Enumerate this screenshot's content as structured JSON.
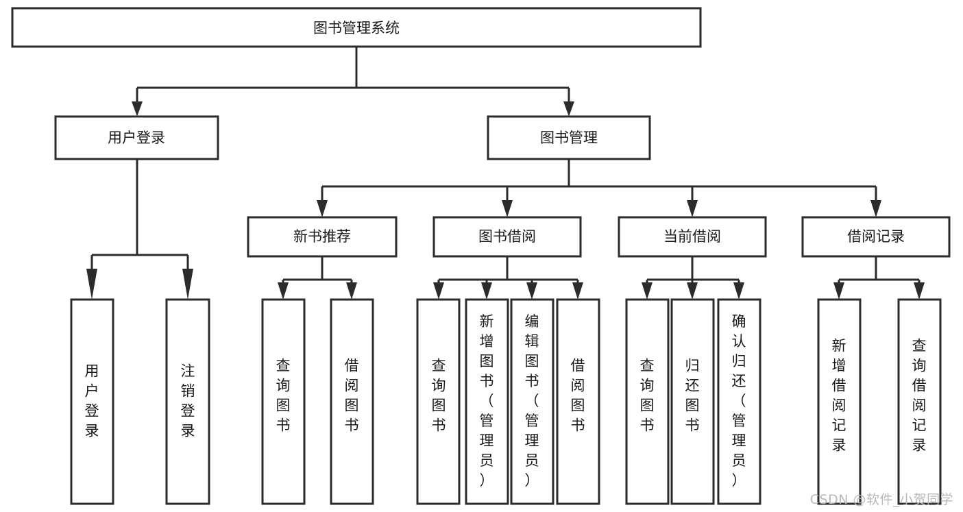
{
  "diagram": {
    "type": "tree",
    "title": "图书管理系统",
    "watermark": "CSDN @软件_小贺同学",
    "colors": {
      "stroke": "#2b2b2b",
      "fill": "#ffffff",
      "text": "#1a1a1a",
      "watermark": "#b9b9b9"
    },
    "levels": {
      "root": {
        "label": "图书管理系统"
      },
      "level2": [
        {
          "label": "用户登录"
        },
        {
          "label": "图书管理"
        }
      ],
      "level3": [
        {
          "label": "新书推荐"
        },
        {
          "label": "图书借阅"
        },
        {
          "label": "当前借阅"
        },
        {
          "label": "借阅记录"
        }
      ],
      "leaves": [
        {
          "label": "用户登录",
          "parent": "用户登录"
        },
        {
          "label": "注销登录",
          "parent": "用户登录"
        },
        {
          "label": "查询图书",
          "parent": "新书推荐"
        },
        {
          "label": "借阅图书",
          "parent": "新书推荐"
        },
        {
          "label": "查询图书",
          "parent": "图书借阅"
        },
        {
          "label": "新增图书（管理员）",
          "parent": "图书借阅"
        },
        {
          "label": "编辑图书（管理员）",
          "parent": "图书借阅"
        },
        {
          "label": "借阅图书",
          "parent": "图书借阅"
        },
        {
          "label": "查询图书",
          "parent": "当前借阅"
        },
        {
          "label": "归还图书",
          "parent": "当前借阅"
        },
        {
          "label": "确认归还（管理员）",
          "parent": "当前借阅"
        },
        {
          "label": "新增借阅记录",
          "parent": "借阅记录"
        },
        {
          "label": "查询借阅记录",
          "parent": "借阅记录"
        }
      ]
    },
    "nodes": {
      "root": {
        "label": "图书管理系统"
      },
      "user_login": {
        "label": "用户登录"
      },
      "book_manage": {
        "label": "图书管理"
      },
      "new_book_rec": {
        "label": "新书推荐"
      },
      "book_borrow": {
        "label": "图书借阅"
      },
      "current_borrow": {
        "label": "当前借阅"
      },
      "borrow_record": {
        "label": "借阅记录"
      },
      "leaf_user_login": {
        "label": "用户登录"
      },
      "leaf_logout": {
        "label": "注销登录"
      },
      "leaf_query_book_a": {
        "label": "查询图书"
      },
      "leaf_borrow_book_a": {
        "label": "借阅图书"
      },
      "leaf_query_book_b": {
        "label": "查询图书"
      },
      "leaf_add_book": {
        "label": "新增图书（管理员）"
      },
      "leaf_edit_book": {
        "label": "编辑图书（管理员）"
      },
      "leaf_borrow_book_b": {
        "label": "借阅图书"
      },
      "leaf_query_book_c": {
        "label": "查询图书"
      },
      "leaf_return_book": {
        "label": "归还图书"
      },
      "leaf_confirm_return": {
        "label": "确认归还（管理员）"
      },
      "leaf_add_record": {
        "label": "新增借阅记录"
      },
      "leaf_query_record": {
        "label": "查询借阅记录"
      }
    }
  }
}
